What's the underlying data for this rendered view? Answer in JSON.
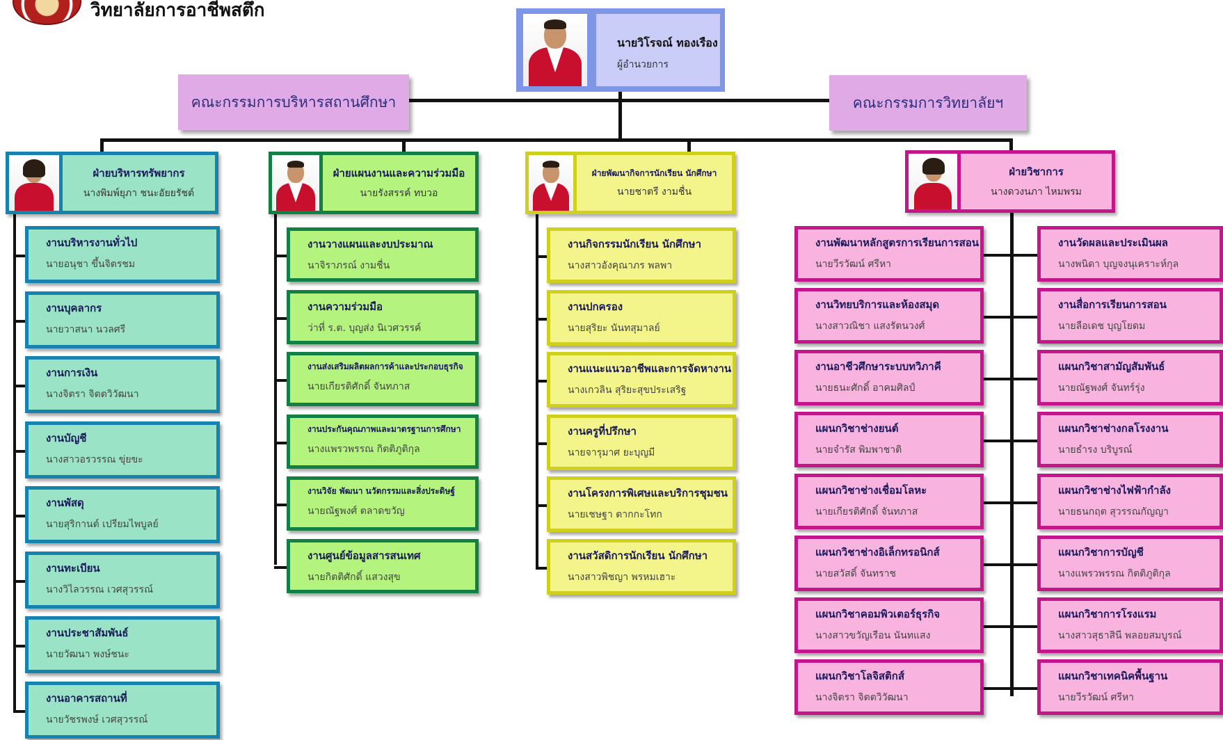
{
  "header": {
    "college_name": "วิทยาลัยการอาชีพสตึก"
  },
  "director": {
    "name": "นายวิโรจณ์ ทองเรือง",
    "title": "ผู้อำนวยการ"
  },
  "committees": {
    "left": "คณะกรรมการบริหารสถานศึกษา",
    "right": "คณะกรรมการวิทยาลัยฯ"
  },
  "colors": {
    "teal": "#9ae3c7",
    "green": "#b4f47e",
    "yellow": "#f3f48a",
    "pink": "#f9b3df",
    "director": "#7f96e6",
    "committee": "#dfaae6"
  },
  "departments": {
    "resources": {
      "title": "ฝ่ายบริหารทรัพยากร",
      "head": "นางพิมพ์ยุภา ชนะอัยยรัชต์",
      "units": [
        {
          "title": "งานบริหารงานทั่วไป",
          "person": "นายอนุชา ขึ้นจิตรชม"
        },
        {
          "title": "งานบุคลากร",
          "person": "นายวาสนา นวลศรี"
        },
        {
          "title": "งานการเงิน",
          "person": "นางจิตรา จิตตวิวัฒนา"
        },
        {
          "title": "งานบัญชี",
          "person": "นางสาวอรวรรณ ขุ่ยขะ"
        },
        {
          "title": "งานพัสดุ",
          "person": "นายสุริกานต์ เปรียมไพบูลย์"
        },
        {
          "title": "งานทะเบียน",
          "person": "นางวิไลวรรณ เวศสุวรรณ์"
        },
        {
          "title": "งานประชาสัมพันธ์",
          "person": "นายวัฒนา พงษ์ชนะ"
        },
        {
          "title": "งานอาคารสถานที่",
          "person": "นายวัชรพงษ์ เวศสุวรรณ์"
        }
      ]
    },
    "planning": {
      "title": "ฝ่ายแผนงานและความร่วมมือ",
      "head": "นายรังสรรค์ ทบวอ",
      "units": [
        {
          "title": "งานวางแผนและงบประมาณ",
          "person": "นาจิราภรณ์ งามชื่น"
        },
        {
          "title": "งานความร่วมมือ",
          "person": "ว่าที่ ร.ต. บุญส่ง นิเวศวรรค์"
        },
        {
          "title": "งานส่งเสริมผลิตผลการค้าและประกอบธุรกิจ",
          "person": "นายเกียรติศักดิ์ จันทภาส"
        },
        {
          "title": "งานประกันคุณภาพและมาตรฐานการศึกษา",
          "person": "นางแพรวพรรณ กิตติภูติกุล"
        },
        {
          "title": "งานวิจัย พัฒนา นวัตกรรมและสิ่งประดิษฐ์",
          "person": "นายณัฐพงศ์ ตลาดขวัญ"
        },
        {
          "title": "งานศูนย์ข้อมูลสารสนเทศ",
          "person": "นายกิตติศักดิ์ แสวงสุข"
        }
      ]
    },
    "student": {
      "title": "ฝ่ายพัฒนากิจการนักเรียน นักศึกษา",
      "head": "นายชาตรี งามชื่น",
      "units": [
        {
          "title": "งานกิจกรรมนักเรียน นักศึกษา",
          "person": "นางสาวอังคุณาภร พลพา"
        },
        {
          "title": "งานปกครอง",
          "person": "นายสุริยะ นันทสุมาลย์"
        },
        {
          "title": "งานแนะแนวอาชีพและการจัดหางาน",
          "person": "นางเกวลิน สุริยะสุขประเสริฐ"
        },
        {
          "title": "งานครูที่ปรึกษา",
          "person": "นายจารุมาศ ยะบุญมี"
        },
        {
          "title": "งานโครงการพิเศษและบริการชุมชน",
          "person": "นายเชษฐา ตากกะโทก"
        },
        {
          "title": "งานสวัสดิการนักเรียน นักศึกษา",
          "person": "นางสาวพิชญา พรหมเฮาะ"
        }
      ]
    },
    "academic": {
      "title": "ฝ่ายวิชาการ",
      "head": "นางดวงนภา ไหมพรม",
      "left_units": [
        {
          "title": "งานพัฒนาหลักสูตรการเรียนการสอน",
          "person": "นายวีรวัฒน์ ศรีหา"
        },
        {
          "title": "งานวิทยบริการและห้องสมุด",
          "person": "นางสาวณิชา แสงรัตนวงศ์"
        },
        {
          "title": "งานอาชีวศึกษาระบบทวิภาคี",
          "person": "นายธนะศักดิ์ อาคมศิลป์"
        },
        {
          "title": "แผนกวิชาช่างยนต์",
          "person": "นายจำรัส พิมพาชาติ"
        },
        {
          "title": "แผนกวิชาช่างเชื่อมโลหะ",
          "person": "นายเกียรติศักดิ์ จันทภาส"
        },
        {
          "title": "แผนกวิชาช่างอิเล็กทรอนิกส์",
          "person": "นายสวัสดิ์ จันทราช"
        },
        {
          "title": "แผนกวิชาคอมพิวเตอร์ธุรกิจ",
          "person": "นางสาวขวัญเรือน นันทแสง"
        },
        {
          "title": "แผนกวิชาโลจิสติกส์",
          "person": "นางจิตรา จิตตวิวัฒนา"
        }
      ],
      "right_units": [
        {
          "title": "งานวัดผลและประเมินผล",
          "person": "นางพนิดา บุญจงนุเคราะห์กุล"
        },
        {
          "title": "งานสื่อการเรียนการสอน",
          "person": "นายลือเดช บุญโยดม"
        },
        {
          "title": "แผนกวิชาสามัญสัมพันธ์",
          "person": "นายณัฐพงศ์ จันทร์รุ่ง"
        },
        {
          "title": "แผนกวิชาช่างกลโรงงาน",
          "person": "นายธำรง บริบูรณ์"
        },
        {
          "title": "แผนกวิชาช่างไฟฟ้ากำลัง",
          "person": "นายธนกฤต สุวรรณกัญญา"
        },
        {
          "title": "แผนกวิชาการบัญชี",
          "person": "นางแพรวพรรณ กิตติภูติกุล"
        },
        {
          "title": "แผนกวิชาการโรงแรม",
          "person": "นางสาวสุธาสินี พลอยสมบูรณ์"
        },
        {
          "title": "แผนกวิชาเทคนิคพื้นฐาน",
          "person": "นายวีรวัฒน์ ศรีหา"
        }
      ]
    }
  }
}
